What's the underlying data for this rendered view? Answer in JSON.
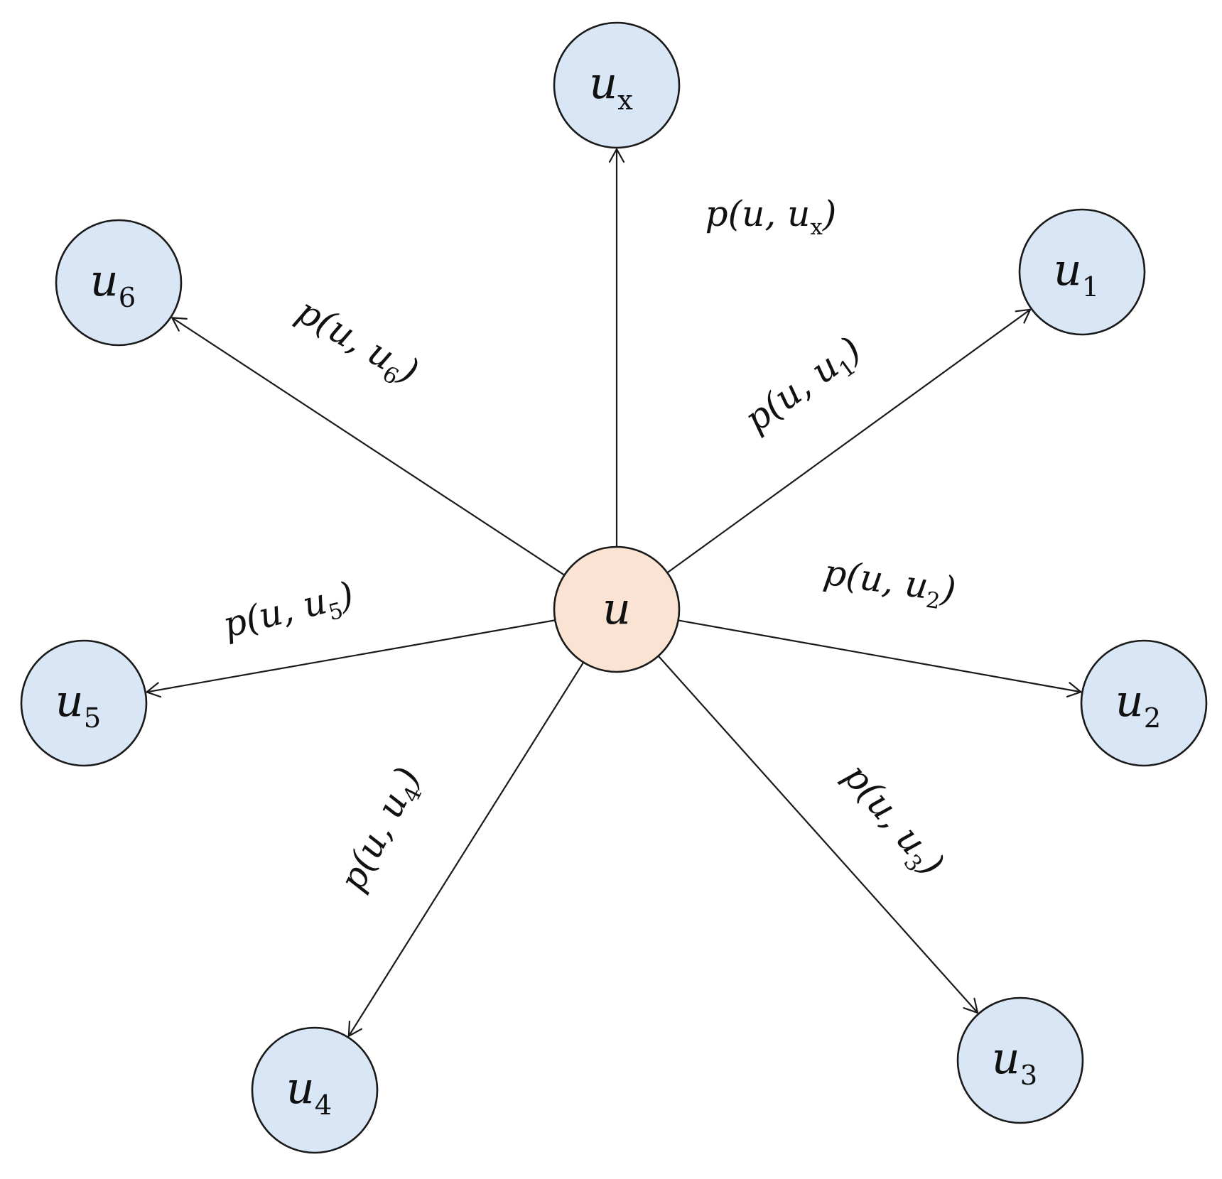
{
  "diagram": {
    "center": {
      "main": "u",
      "sub": "",
      "fill": "#fbe3d3"
    },
    "outer_fill": "#d9e6f6",
    "nodes": [
      {
        "main": "u",
        "sub": "x"
      },
      {
        "main": "u",
        "sub": "1"
      },
      {
        "main": "u",
        "sub": "2"
      },
      {
        "main": "u",
        "sub": "3"
      },
      {
        "main": "u",
        "sub": "4"
      },
      {
        "main": "u",
        "sub": "5"
      },
      {
        "main": "u",
        "sub": "6"
      }
    ],
    "edges": [
      {
        "to": 0,
        "pre": "p(u, ",
        "main": "u",
        "sub": "x",
        "post": ")"
      },
      {
        "to": 1,
        "pre": "p(u, ",
        "main": "u",
        "sub": "1",
        "post": ")"
      },
      {
        "to": 2,
        "pre": "p(u, ",
        "main": "u",
        "sub": "2",
        "post": ")"
      },
      {
        "to": 3,
        "pre": "p(u, ",
        "main": "u",
        "sub": "3",
        "post": ")"
      },
      {
        "to": 4,
        "pre": "p(u, ",
        "main": "u",
        "sub": "4",
        "post": ")"
      },
      {
        "to": 5,
        "pre": "p(u, ",
        "main": "u",
        "sub": "5",
        "post": ")"
      },
      {
        "to": 6,
        "pre": "p(u, ",
        "main": "u",
        "sub": "6",
        "post": ")"
      }
    ]
  }
}
